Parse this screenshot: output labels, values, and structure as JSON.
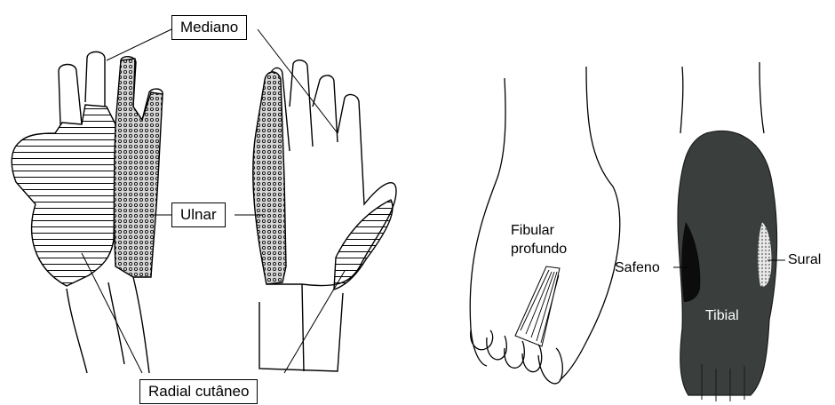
{
  "labels": {
    "mediano": "Mediano",
    "ulnar": "Ulnar",
    "radial": "Radial cutâneo",
    "fibular_line1": "Fibular",
    "fibular_line2": "profundo",
    "safeno": "Safeno",
    "sural": "Sural",
    "tibial": "Tibial"
  },
  "colors": {
    "outline": "#000000",
    "sole": "#3a3f3d",
    "safeno_region": "#0c0c0c",
    "sural_region": "#cfcfcf"
  }
}
